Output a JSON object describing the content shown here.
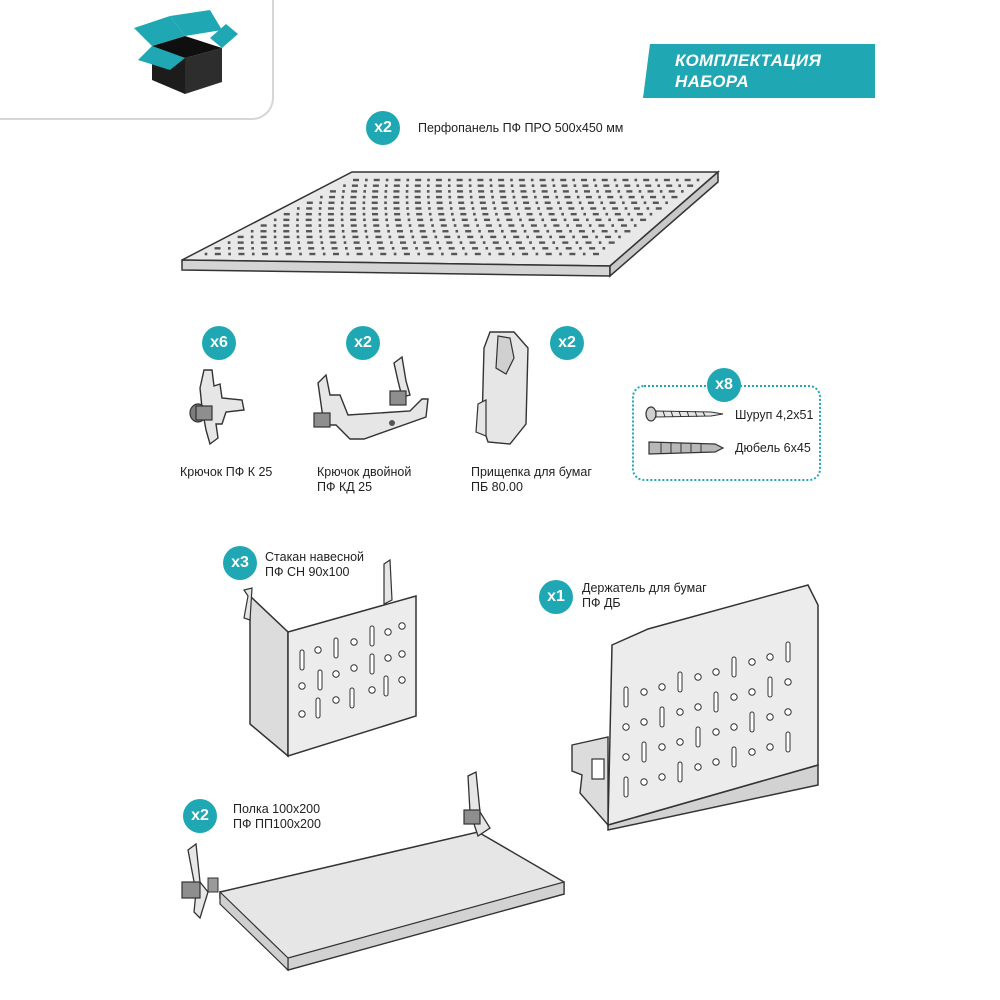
{
  "title": {
    "line1": "КОМПЛЕКТАЦИЯ",
    "line2": "НАБОРА"
  },
  "items": {
    "panel": {
      "qty": "x2",
      "label": "Перфопанель ПФ ПРО 500х450 мм"
    },
    "hook": {
      "qty": "x6",
      "label": "Крючок ПФ К 25"
    },
    "double_hook": {
      "qty": "x2",
      "label1": "Крючок двойной",
      "label2": "ПФ КД 25"
    },
    "clip": {
      "qty": "x2",
      "label1": "Прищепка для бумаг",
      "label2": "ПБ 80.00"
    },
    "fasteners": {
      "qty": "x8",
      "screw": "Шуруп 4,2х51",
      "dowel": "Дюбель 6х45"
    },
    "cup": {
      "qty": "x3",
      "label1": "Стакан навесной",
      "label2": "ПФ СН 90х100"
    },
    "paper_holder": {
      "qty": "x1",
      "label1": "Держатель для бумаг",
      "label2": "ПФ ДБ"
    },
    "shelf": {
      "qty": "x2",
      "label1": "Полка 100х200",
      "label2": "ПФ ПП100х200"
    }
  },
  "colors": {
    "accent": "#1fa8b4",
    "metal": "#e6e6e6",
    "outline": "#333333"
  }
}
